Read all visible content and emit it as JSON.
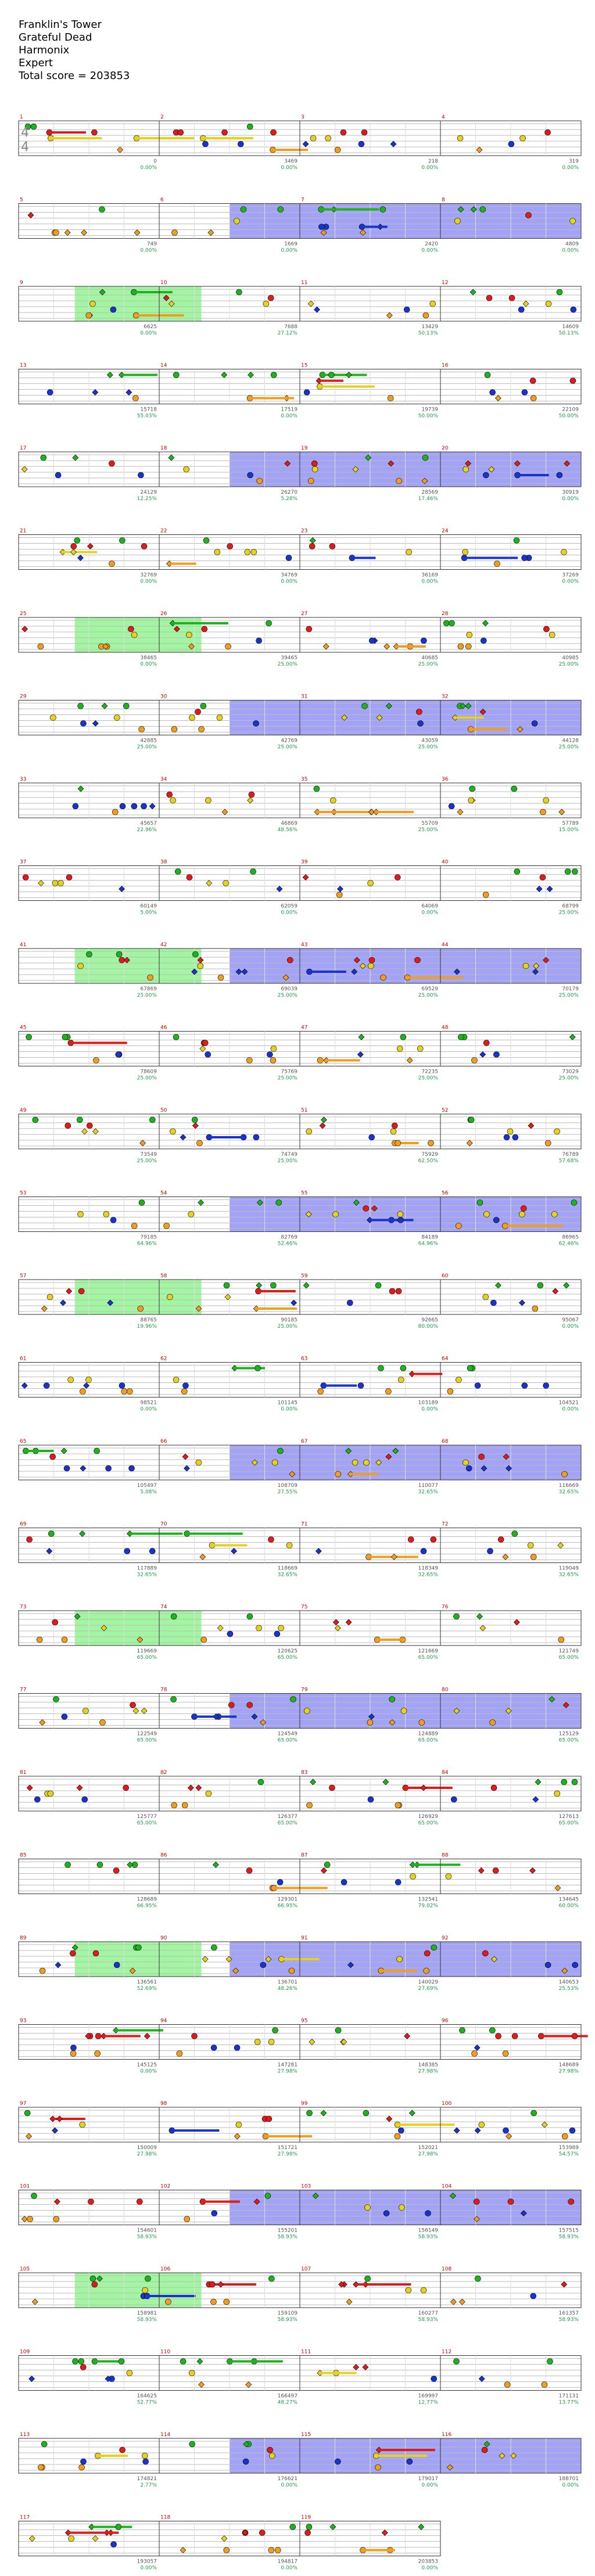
{
  "header": {
    "song": "Franklin's Tower",
    "artist": "Grateful Dead",
    "game": "Harmonix",
    "difficulty": "Expert",
    "score_line": "Total score = 203853"
  },
  "chart_data": {
    "type": "note-chart",
    "time_signature": "4/4",
    "rows": [
      {
        "measures": [
          1,
          2,
          3,
          4
        ],
        "scores": [
          0,
          3469,
          218,
          319
        ],
        "pcts": [
          "0.00%",
          "0.00%",
          "0.00%",
          "0.00%"
        ]
      },
      {
        "measures": [
          5,
          6,
          7,
          8
        ],
        "scores": [
          749,
          1669,
          2420,
          4809
        ],
        "pcts": [
          "0.00%",
          "0.00%",
          "0.00%",
          "0.00%"
        ]
      },
      {
        "measures": [
          9,
          10,
          11,
          12
        ],
        "scores": [
          6625,
          7688,
          13429,
          14609
        ],
        "pcts": [
          "0.00%",
          "27.12%",
          "50.13%",
          "50.13%"
        ]
      },
      {
        "measures": [
          13,
          14,
          15,
          16
        ],
        "scores": [
          15718,
          17519,
          19739,
          22109
        ],
        "pcts": [
          "55.03%",
          "0.00%",
          "50.00%",
          "50.00%"
        ]
      },
      {
        "measures": [
          17,
          18,
          19,
          20
        ],
        "scores": [
          24129,
          26270,
          28569,
          30919
        ],
        "pcts": [
          "12.25%",
          "5.28%",
          "17.46%",
          "0.00%"
        ]
      },
      {
        "measures": [
          21,
          22,
          23,
          24
        ],
        "scores": [
          32769,
          34769,
          36169,
          37269
        ],
        "pcts": [
          "0.00%",
          "0.00%",
          "0.00%",
          "0.00%"
        ]
      },
      {
        "measures": [
          25,
          26,
          27,
          28
        ],
        "scores": [
          38465,
          39465,
          40685,
          40985
        ],
        "pcts": [
          "0.00%",
          "25.00%",
          "25.00%",
          "25.00%"
        ]
      },
      {
        "measures": [
          29,
          30,
          31,
          32
        ],
        "scores": [
          42885,
          42769,
          43059,
          44128
        ],
        "pcts": [
          "25.00%",
          "25.00%",
          "25.00%",
          "25.00%"
        ]
      },
      {
        "measures": [
          33,
          34,
          35,
          36
        ],
        "scores": [
          45657,
          46869,
          55709,
          57789
        ],
        "pcts": [
          "22.96%",
          "48.56%",
          "25.00%",
          "15.00%"
        ]
      },
      {
        "measures": [
          37,
          38,
          39,
          40
        ],
        "scores": [
          60149,
          62059,
          64069,
          68799
        ],
        "pcts": [
          "5.00%",
          "0.00%",
          "0.00%",
          "25.00%"
        ]
      },
      {
        "measures": [
          41,
          42,
          43,
          44
        ],
        "scores": [
          67869,
          69039,
          69529,
          70179
        ],
        "pcts": [
          "25.00%",
          "25.00%",
          "25.00%",
          "25.00%"
        ]
      },
      {
        "measures": [
          45,
          46,
          47,
          48
        ],
        "scores": [
          78609,
          75769,
          72235,
          73029
        ],
        "pcts": [
          "25.00%",
          "25.00%",
          "25.00%",
          "25.00%"
        ]
      },
      {
        "measures": [
          49,
          50,
          51,
          52
        ],
        "scores": [
          73549,
          74749,
          75929,
          76789
        ],
        "pcts": [
          "25.00%",
          "25.00%",
          "62.50%",
          "57.68%"
        ]
      },
      {
        "measures": [
          53,
          54,
          55,
          56
        ],
        "scores": [
          79185,
          82769,
          84189,
          86965
        ],
        "pcts": [
          "64.96%",
          "52.46%",
          "64.96%",
          "62.46%"
        ]
      },
      {
        "measures": [
          57,
          58,
          59,
          60
        ],
        "scores": [
          88765,
          90185,
          92665,
          95067
        ],
        "pcts": [
          "19.96%",
          "25.00%",
          "80.00%",
          "0.00%"
        ]
      },
      {
        "measures": [
          61,
          62,
          63,
          64
        ],
        "scores": [
          98521,
          101145,
          103189,
          104521
        ],
        "pcts": [
          "0.00%",
          "0.00%",
          "0.00%",
          "0.00%"
        ]
      },
      {
        "measures": [
          65,
          66,
          67,
          68
        ],
        "scores": [
          105497,
          108709,
          110077,
          116669
        ],
        "pcts": [
          "5.08%",
          "27.55%",
          "32.65%",
          "32.65%"
        ]
      },
      {
        "measures": [
          69,
          70,
          71,
          72
        ],
        "scores": [
          117889,
          118669,
          118349,
          119049
        ],
        "pcts": [
          "32.65%",
          "32.65%",
          "32.65%",
          "32.65%"
        ]
      },
      {
        "measures": [
          73,
          74,
          75,
          76
        ],
        "scores": [
          119669,
          120625,
          121669,
          121749
        ],
        "pcts": [
          "65.00%",
          "65.00%",
          "65.00%",
          "65.00%"
        ]
      },
      {
        "measures": [
          77,
          78,
          79,
          80
        ],
        "scores": [
          122549,
          124549,
          124889,
          125129
        ],
        "pcts": [
          "65.00%",
          "65.00%",
          "65.00%",
          "65.00%"
        ]
      },
      {
        "measures": [
          81,
          82,
          83,
          84
        ],
        "scores": [
          125777,
          126377,
          126929,
          127613
        ],
        "pcts": [
          "65.00%",
          "65.00%",
          "65.00%",
          "65.00%"
        ]
      },
      {
        "measures": [
          85,
          86,
          87,
          88
        ],
        "scores": [
          128689,
          129301,
          132541,
          134645
        ],
        "pcts": [
          "66.95%",
          "66.95%",
          "79.02%",
          "60.00%"
        ]
      },
      {
        "measures": [
          89,
          90,
          91,
          92
        ],
        "scores": [
          136561,
          136701,
          140029,
          140653
        ],
        "pcts": [
          "52.69%",
          "48.26%",
          "27.69%",
          "25.53%"
        ]
      },
      {
        "measures": [
          93,
          94,
          95,
          96
        ],
        "scores": [
          145125,
          147281,
          148385,
          148689
        ],
        "pcts": [
          "0.00%",
          "27.98%",
          "27.98%",
          "27.98%"
        ]
      },
      {
        "measures": [
          97,
          98,
          99,
          100
        ],
        "scores": [
          150009,
          151721,
          152021,
          153989
        ],
        "pcts": [
          "27.98%",
          "27.98%",
          "27.98%",
          "54.57%"
        ]
      },
      {
        "measures": [
          101,
          102,
          103,
          104
        ],
        "scores": [
          154601,
          155201,
          156149,
          157515
        ],
        "pcts": [
          "58.93%",
          "58.93%",
          "58.93%",
          "58.93%"
        ]
      },
      {
        "measures": [
          105,
          106,
          107,
          108
        ],
        "scores": [
          158981,
          159109,
          160277,
          161357
        ],
        "pcts": [
          "58.93%",
          "58.93%",
          "58.93%",
          "58.93%"
        ]
      },
      {
        "measures": [
          109,
          110,
          111,
          112
        ],
        "scores": [
          164625,
          166497,
          169997,
          171131
        ],
        "pcts": [
          "52.77%",
          "48.27%",
          "12.77%",
          "13.77%"
        ]
      },
      {
        "measures": [
          113,
          114,
          115,
          116
        ],
        "scores": [
          174821,
          176621,
          179017,
          188701
        ],
        "pcts": [
          "2.77%",
          "0.00%",
          "0.00%",
          "0.00%"
        ]
      },
      {
        "measures": [
          117,
          118,
          119
        ],
        "scores": [
          193057,
          194817,
          203853
        ],
        "pcts": [
          "0.00%",
          "0.00%",
          "0.00%"
        ]
      }
    ]
  }
}
